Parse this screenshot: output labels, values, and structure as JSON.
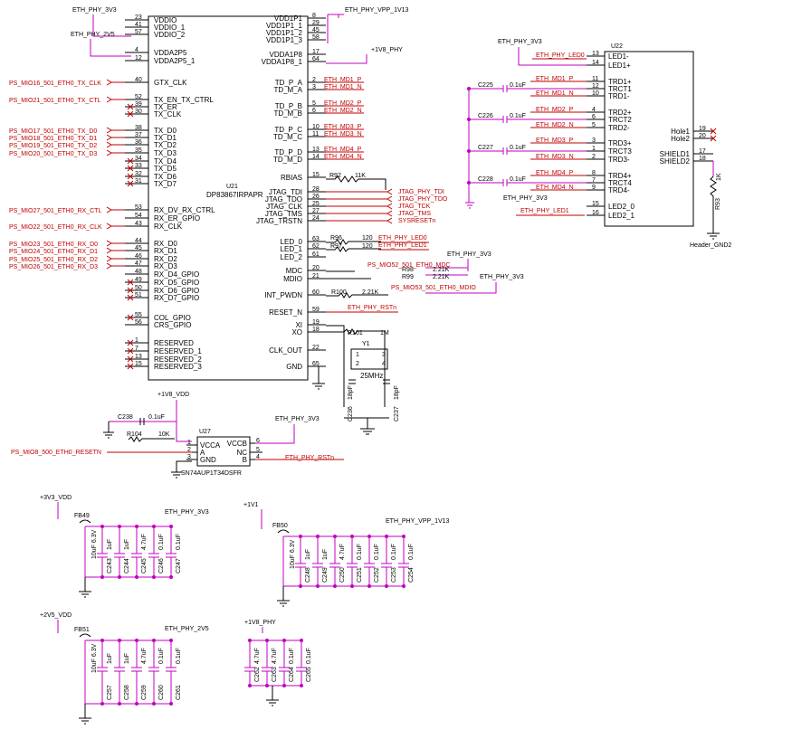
{
  "u21": {
    "ref": "U21",
    "part": "DP83867IRPAPR",
    "left_pins": [
      {
        "num": "23",
        "name": "VDDIO"
      },
      {
        "num": "41",
        "name": "VDDIO_1"
      },
      {
        "num": "57",
        "name": "VDDIO_2"
      },
      {
        "num": "4",
        "name": "VDDA2P5"
      },
      {
        "num": "12",
        "name": "VDDA2P5_1"
      },
      {
        "num": "40",
        "name": "GTX_CLK"
      },
      {
        "num": "52",
        "name": "TX_EN_TX_CTRL"
      },
      {
        "num": "39",
        "name": "TX_ER"
      },
      {
        "num": "30",
        "name": "TX_CLK"
      },
      {
        "num": "38",
        "name": "TX_D0"
      },
      {
        "num": "37",
        "name": "TX_D1"
      },
      {
        "num": "36",
        "name": "TX_D2"
      },
      {
        "num": "35",
        "name": "TX_D3"
      },
      {
        "num": "34",
        "name": "TX_D4"
      },
      {
        "num": "33",
        "name": "TX_D5"
      },
      {
        "num": "32",
        "name": "TX_D6"
      },
      {
        "num": "31",
        "name": "TX_D7"
      },
      {
        "num": "53",
        "name": "RX_DV_RX_CTRL"
      },
      {
        "num": "54",
        "name": "RX_ER_GPIO"
      },
      {
        "num": "43",
        "name": "RX_CLK"
      },
      {
        "num": "44",
        "name": "RX_D0"
      },
      {
        "num": "45",
        "name": "RX_D1"
      },
      {
        "num": "46",
        "name": "RX_D2"
      },
      {
        "num": "47",
        "name": "RX_D3"
      },
      {
        "num": "48",
        "name": "RX_D4_GPIO"
      },
      {
        "num": "49",
        "name": "RX_D5_GPIO"
      },
      {
        "num": "50",
        "name": "RX_D6_GPIO"
      },
      {
        "num": "51",
        "name": "RX_D7_GPIO"
      },
      {
        "num": "55",
        "name": "COL_GPIO"
      },
      {
        "num": "56",
        "name": "CRS_GPIO"
      },
      {
        "num": "1",
        "name": "RESERVED"
      },
      {
        "num": "7",
        "name": "RESERVED_1"
      },
      {
        "num": "13",
        "name": "RESERVED_2"
      },
      {
        "num": "15",
        "name": "RESERVED_3"
      }
    ],
    "right_pins": [
      {
        "num": "8",
        "name": "VDD1P1"
      },
      {
        "num": "29",
        "name": "VDD1P1_1"
      },
      {
        "num": "45",
        "name": "VDD1P1_2"
      },
      {
        "num": "58",
        "name": "VDD1P1_3"
      },
      {
        "num": "17",
        "name": "VDDA1P8"
      },
      {
        "num": "64",
        "name": "VDDA1P8_1"
      },
      {
        "num": "2",
        "name": "TD_P_A"
      },
      {
        "num": "3",
        "name": "TD_M_A"
      },
      {
        "num": "5",
        "name": "TD_P_B"
      },
      {
        "num": "6",
        "name": "TD_M_B"
      },
      {
        "num": "10",
        "name": "TD_P_C"
      },
      {
        "num": "11",
        "name": "TD_M_C"
      },
      {
        "num": "13",
        "name": "TD_P_D"
      },
      {
        "num": "14",
        "name": "TD_M_D"
      },
      {
        "num": "15",
        "name": "RBIAS"
      },
      {
        "num": "28",
        "name": "JTAG_TDI"
      },
      {
        "num": "26",
        "name": "JTAG_TDO"
      },
      {
        "num": "25",
        "name": "JTAG_CLK"
      },
      {
        "num": "27",
        "name": "JTAG_TMS"
      },
      {
        "num": "24",
        "name": "JTAG_TRSTN"
      },
      {
        "num": "63",
        "name": "LED_0"
      },
      {
        "num": "62",
        "name": "LED_1"
      },
      {
        "num": "61",
        "name": "LED_2"
      },
      {
        "num": "20",
        "name": "MDC"
      },
      {
        "num": "21",
        "name": "MDIO"
      },
      {
        "num": "60",
        "name": "INT_PWDN"
      },
      {
        "num": "59",
        "name": "RESET_N"
      },
      {
        "num": "19",
        "name": "XI"
      },
      {
        "num": "18",
        "name": "XO"
      },
      {
        "num": "22",
        "name": "CLK_OUT"
      },
      {
        "num": "65",
        "name": "GND"
      }
    ]
  },
  "left_nets": [
    "PS_MIO16_501_ETH0_TX_CLK",
    "PS_MIO21_501_ETH0_TX_CTL",
    "PS_MIO17_501_ETH0_TX_D0",
    "PS_MIO18_501_ETH0_TX_D1",
    "PS_MIO19_501_ETH0_TX_D2",
    "PS_MIO20_501_ETH0_TX_D3",
    "PS_MIO27_501_ETH0_RX_CTL",
    "PS_MIO22_501_ETH0_RX_CLK",
    "PS_MIO23_501_ETH0_RX_D0",
    "PS_MIO24_501_ETH0_RX_D1",
    "PS_MIO25_501_ETH0_RX_D2",
    "PS_MIO26_501_ETH0_RX_D3"
  ],
  "power_nets": {
    "eth_3v3": "ETH_PHY_3V3",
    "eth_2v5": "ETH_PHY_2V5",
    "eth_vpp": "ETH_PHY_VPP_1V13",
    "p1v8": "+1V8_PHY",
    "p1v8_vdd": "+1V8_VDD",
    "p3v3_vdd": "+3V3_VDD",
    "p1v1": "+1V1",
    "p2v5_vdd": "+2V5_VDD"
  },
  "md_nets": [
    "ETH_MD1_P",
    "ETH_MD1_N",
    "ETH_MD2_P",
    "ETH_MD2_N",
    "ETH_MD3_P",
    "ETH_MD3_N",
    "ETH_MD4_P",
    "ETH_MD4_N"
  ],
  "jtag_nets": [
    "JTAG_PHY_TDI",
    "JTAG_PHY_TDO",
    "JTAG_TCK",
    "JTAG_TMS",
    "SYSRESETn"
  ],
  "led_nets": [
    "ETH_PHY_LED0",
    "ETH_PHY_LED1"
  ],
  "mdio_nets": [
    "PS_MIO52_501_ETH0_MDC",
    "PS_MIO53_501_ETH0_MDIO"
  ],
  "rst_net": "ETH_PHY_RSTn",
  "resistors": {
    "r92": {
      "ref": "R92",
      "val": "11K"
    },
    "r96": {
      "ref": "R96",
      "val": "120"
    },
    "r97": {
      "ref": "R97",
      "val": "120"
    },
    "r98": {
      "ref": "R98",
      "val": "2.21K"
    },
    "r99": {
      "ref": "R99",
      "val": "2.21K"
    },
    "r100": {
      "ref": "R100",
      "val": "2.21K"
    },
    "r101": {
      "ref": "R101",
      "val": "1M"
    },
    "r93": {
      "ref": "R93",
      "val": "1K"
    },
    "r104": {
      "ref": "R104",
      "val": "10K"
    }
  },
  "crystal": {
    "ref": "Y1",
    "freq": "25MHz",
    "pins": [
      "1",
      "2",
      "3",
      "4"
    ]
  },
  "xtal_caps": [
    {
      "ref": "C236",
      "val": "18pF"
    },
    {
      "ref": "C237",
      "val": "18pF"
    }
  ],
  "u22": {
    "ref": "U22",
    "pins_left": [
      {
        "num": "13",
        "name": "LED1-"
      },
      {
        "num": "14",
        "name": "LED1+"
      },
      {
        "num": "11",
        "name": "TRD1+"
      },
      {
        "num": "12",
        "name": "TRCT1"
      },
      {
        "num": "10",
        "name": "TRD1-"
      },
      {
        "num": "4",
        "name": "TRD2+"
      },
      {
        "num": "6",
        "name": "TRCT2"
      },
      {
        "num": "5",
        "name": "TRD2-"
      },
      {
        "num": "3",
        "name": "TRD3+"
      },
      {
        "num": "1",
        "name": "TRCT3"
      },
      {
        "num": "2",
        "name": "TRD3-"
      },
      {
        "num": "8",
        "name": "TRD4+"
      },
      {
        "num": "7",
        "name": "TRCT4"
      },
      {
        "num": "9",
        "name": "TRD4-"
      },
      {
        "num": "15",
        "name": "LED2_0"
      },
      {
        "num": "16",
        "name": "LED2_1"
      }
    ],
    "pins_right": [
      {
        "num": "19",
        "name": "Hole1"
      },
      {
        "num": "20",
        "name": "Hole2"
      },
      {
        "num": "17",
        "name": "SHIELD1"
      },
      {
        "num": "18",
        "name": "SHIELD2"
      }
    ],
    "ground_label": "Header_GND2"
  },
  "u22_caps": [
    {
      "ref": "C225",
      "val": "0.1uF"
    },
    {
      "ref": "C226",
      "val": "0.1uF"
    },
    {
      "ref": "C227",
      "val": "0.1uF"
    },
    {
      "ref": "C228",
      "val": "0.1uF"
    }
  ],
  "u27": {
    "ref": "U27",
    "part": "SN74AUP1T34DSFR",
    "pins": [
      {
        "num": "1",
        "name": "VCCA"
      },
      {
        "num": "2",
        "name": "A"
      },
      {
        "num": "3",
        "name": "GND"
      },
      {
        "num": "6",
        "name": "VCCB"
      },
      {
        "num": "5",
        "name": "NC"
      },
      {
        "num": "4",
        "name": "B"
      }
    ],
    "input_net": "PS_MIO8_500_ETH0_RESETN",
    "cap": {
      "ref": "C238",
      "val": "0.1uF"
    }
  },
  "bank_3v3": {
    "bead": "FB49",
    "bulk": "10uF 6.3V",
    "caps": [
      {
        "ref": "C243",
        "val": "1uF"
      },
      {
        "ref": "C244",
        "val": "1uF"
      },
      {
        "ref": "C245",
        "val": "4.7uF"
      },
      {
        "ref": "C246",
        "val": "0.1uF"
      },
      {
        "ref": "C247",
        "val": "0.1uF"
      }
    ]
  },
  "bank_1v1": {
    "bead": "FB50",
    "bulk": "10uF 6.3V",
    "caps": [
      {
        "ref": "C248",
        "val": "1uF"
      },
      {
        "ref": "C249",
        "val": "1uF"
      },
      {
        "ref": "C250",
        "val": "4.7uF"
      },
      {
        "ref": "C251",
        "val": "0.1uF"
      },
      {
        "ref": "C252",
        "val": "0.1uF"
      },
      {
        "ref": "C253",
        "val": "0.1uF"
      },
      {
        "ref": "C254",
        "val": "0.1uF"
      }
    ]
  },
  "bank_2v5": {
    "bead": "FB51",
    "bulk": "10uF 6.3V",
    "caps": [
      {
        "ref": "C257",
        "val": "1uF"
      },
      {
        "ref": "C258",
        "val": "1uF"
      },
      {
        "ref": "C259",
        "val": "4.7uF"
      },
      {
        "ref": "C260",
        "val": "0.1uF"
      },
      {
        "ref": "C261",
        "val": "0.1uF"
      }
    ]
  },
  "bank_1v8": {
    "caps": [
      {
        "ref": "C262",
        "val": "4.7uF"
      },
      {
        "ref": "C263",
        "val": "4.7uF"
      },
      {
        "ref": "C264",
        "val": "0.1uF"
      },
      {
        "ref": "C265",
        "val": "0.1uF"
      }
    ]
  },
  "colors": {
    "net": "#c00000",
    "wire": "#000000",
    "junction": "#c000c0"
  }
}
